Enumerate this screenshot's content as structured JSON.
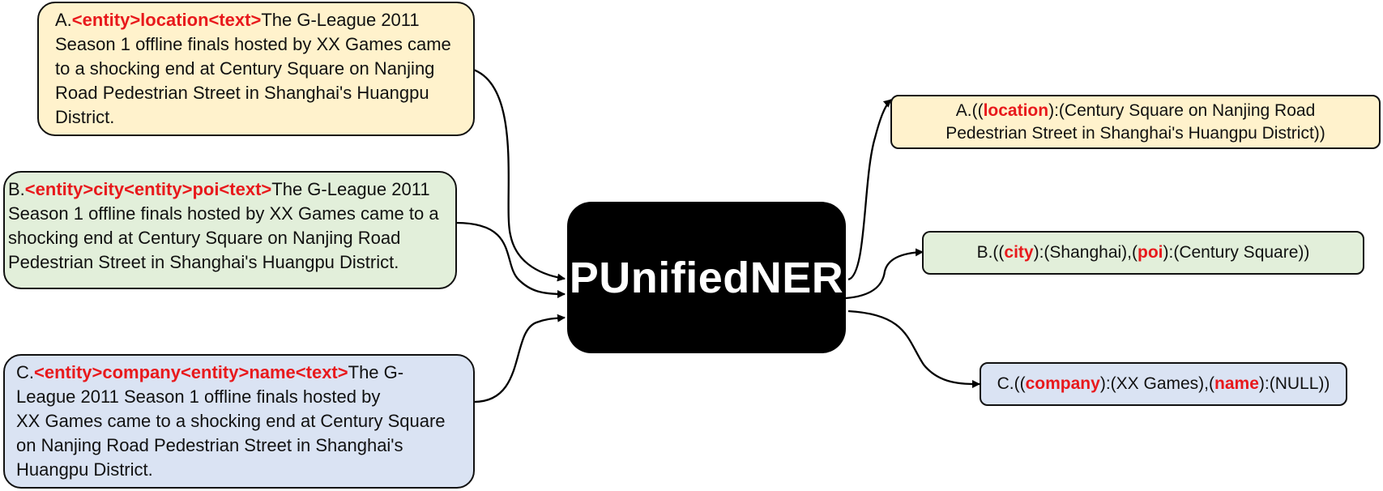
{
  "center_label": "PUnifiedNER",
  "inputs": {
    "a": {
      "prefix": "A.",
      "tags": "<entity>location<text>",
      "l1": "The G-League 2011",
      "l2": "Season 1 offline finals hosted by XX Games came",
      "l3": "to a shocking end at Century Square on Nanjing",
      "l4": "Road Pedestrian Street in Shanghai's Huangpu",
      "l5": "District."
    },
    "b": {
      "prefix": "B.",
      "tags": "<entity>city<entity>poi<text>",
      "l1": "The G-League 2011",
      "l2": "Season 1 offline finals hosted by XX Games came to a",
      "l3": "shocking end at Century Square on Nanjing Road",
      "l4": "Pedestrian Street in Shanghai's Huangpu District."
    },
    "c": {
      "prefix": "C.",
      "tags": "<entity>company<entity>name<text>",
      "l1": "The G-",
      "l2": "League 2011 Season 1 offline finals hosted by",
      "l3": "XX Games came to a shocking end at Century Square",
      "l4": "on Nanjing Road Pedestrian Street in Shanghai's",
      "l5": "Huangpu District."
    }
  },
  "outputs": {
    "a": {
      "prefix": "A.((",
      "k1": "location",
      "rest1": "):(Century Square on Nanjing Road",
      "line2": "Pedestrian Street in Shanghai's Huangpu District))"
    },
    "b": {
      "prefix": "B.((",
      "k1": "city",
      "mid": "):(Shanghai),(",
      "k2": "poi",
      "end": "):(Century Square))"
    },
    "c": {
      "prefix": "C.((",
      "k1": "company",
      "mid": "):(XX Games),(",
      "k2": "name",
      "end": "):(NULL))"
    }
  },
  "colors": {
    "keyword": "#e8191c",
    "yellow": "#fff2cc",
    "green": "#e2efda",
    "blue": "#dae3f3",
    "center_bg": "#000000"
  }
}
